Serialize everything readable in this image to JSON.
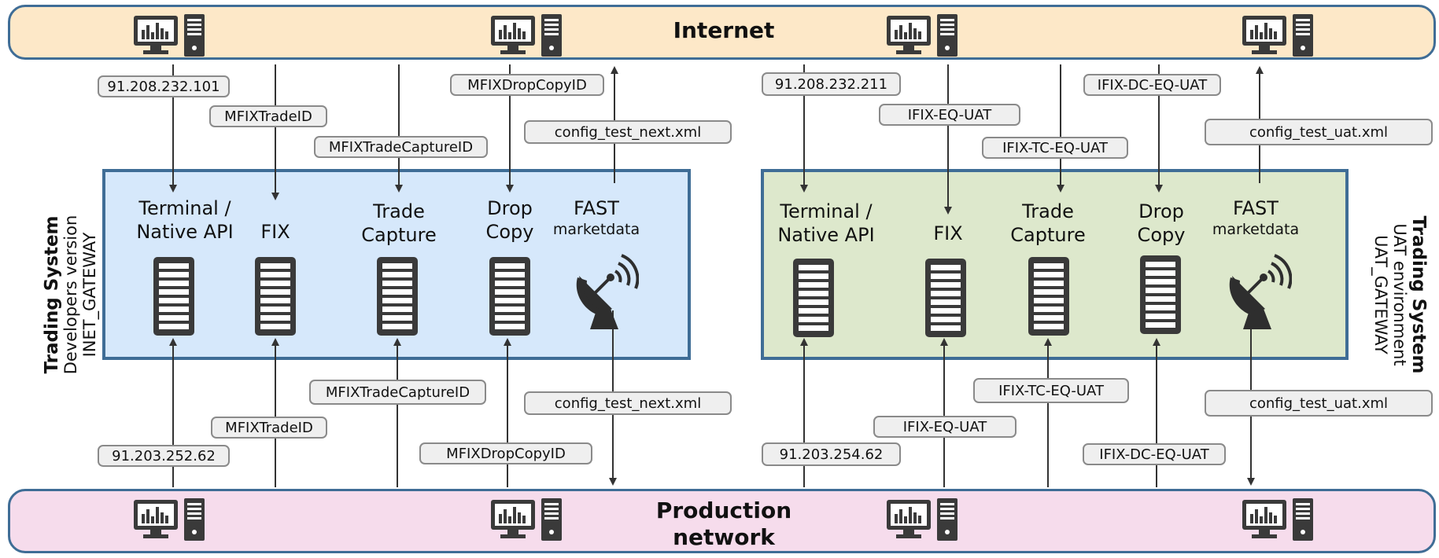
{
  "bands": {
    "internet": "Internet",
    "production_line1": "Production",
    "production_line2": "network"
  },
  "dev": {
    "title": "Trading System",
    "line2": "Developers version",
    "line3": "INET_GATEWAY",
    "services": {
      "terminal_l1": "Terminal /",
      "terminal_l2": "Native API",
      "fix": "FIX",
      "trade_l1": "Trade",
      "trade_l2": "Capture",
      "drop_l1": "Drop",
      "drop_l2": "Copy",
      "fast_l1": "FAST",
      "fast_l2": "marketdata"
    },
    "top_labels": {
      "ip": "91.208.232.101",
      "trade_id": "MFIXTradeID",
      "trade_capture_id": "MFIXTradeCaptureID",
      "drop_copy_id": "MFIXDropCopyID",
      "config": "config_test_next.xml"
    },
    "bottom_labels": {
      "ip": "91.203.252.62",
      "trade_id": "MFIXTradeID",
      "trade_capture_id": "MFIXTradeCaptureID",
      "drop_copy_id": "MFIXDropCopyID",
      "config": "config_test_next.xml"
    }
  },
  "uat": {
    "title": "Trading System",
    "line2": "UAT environment",
    "line3": "UAT_GATEWAY",
    "services": {
      "terminal_l1": "Terminal /",
      "terminal_l2": "Native API",
      "fix": "FIX",
      "trade_l1": "Trade",
      "trade_l2": "Capture",
      "drop_l1": "Drop",
      "drop_l2": "Copy",
      "fast_l1": "FAST",
      "fast_l2": "marketdata"
    },
    "top_labels": {
      "ip": "91.208.232.211",
      "fix": "IFIX-EQ-UAT",
      "tc": "IFIX-TC-EQ-UAT",
      "dc": "IFIX-DC-EQ-UAT",
      "config": "config_test_uat.xml"
    },
    "bottom_labels": {
      "ip": "91.203.254.62",
      "fix": "IFIX-EQ-UAT",
      "tc": "IFIX-TC-EQ-UAT",
      "dc": "IFIX-DC-EQ-UAT",
      "config": "config_test_uat.xml"
    }
  },
  "colors": {
    "border": "#3f6d96",
    "internet_fill": "#fde8c8",
    "production_fill": "#f6dcec",
    "dev_fill": "#d6e8fb",
    "uat_fill": "#dde8cc",
    "icon": "#3a3a3a"
  },
  "icons": [
    "workstation-icon",
    "server-rack-icon",
    "satellite-dish-icon"
  ]
}
